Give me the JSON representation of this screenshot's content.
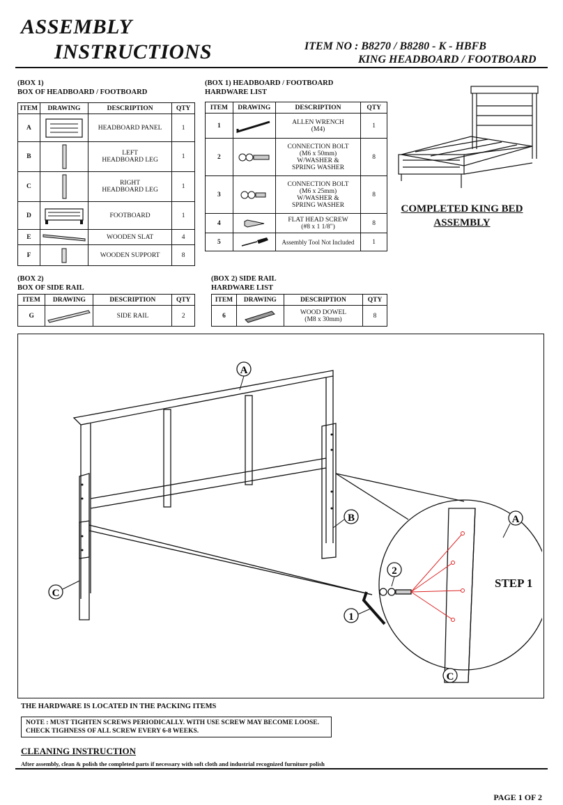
{
  "header": {
    "title_line1": "ASSEMBLY",
    "title_line2": "INSTRUCTIONS",
    "item_no": "ITEM NO : B8270 / B8280 - K - HBFB",
    "item_name": "KING HEADBOARD / FOOTBOARD"
  },
  "box1": {
    "label": "(BOX 1)",
    "title": "BOX OF HEADBOARD / FOOTBOARD",
    "columns": [
      "ITEM",
      "DRAWING",
      "DESCRIPTION",
      "QTY"
    ],
    "rows": [
      {
        "item": "A",
        "desc": "HEADBOARD PANEL",
        "desc2": "",
        "qty": "1",
        "drawing": "panel-icon"
      },
      {
        "item": "B",
        "desc": "LEFT",
        "desc2": "HEADBOARD LEG",
        "qty": "1",
        "drawing": "leg-icon"
      },
      {
        "item": "C",
        "desc": "RIGHT",
        "desc2": "HEADBOARD LEG",
        "qty": "1",
        "drawing": "leg-icon"
      },
      {
        "item": "D",
        "desc": "FOOTBOARD",
        "desc2": "",
        "qty": "1",
        "drawing": "footboard-icon"
      },
      {
        "item": "E",
        "desc": "WOODEN SLAT",
        "desc2": "",
        "qty": "4",
        "drawing": "slat-icon"
      },
      {
        "item": "F",
        "desc": "WOODEN SUPPORT",
        "desc2": "",
        "qty": "8",
        "drawing": "support-icon"
      }
    ]
  },
  "box1_hw": {
    "label": "(BOX 1) HEADBOARD / FOOTBOARD",
    "title": "HARDWARE LIST",
    "columns": [
      "ITEM",
      "DRAWING",
      "DESCRIPTION",
      "QTY"
    ],
    "rows": [
      {
        "item": "1",
        "lines": [
          "ALLEN WRENCH",
          "(M4)"
        ],
        "qty": "1"
      },
      {
        "item": "2",
        "lines": [
          "CONNECTION BOLT",
          "(M6 x 50mm)",
          "W/WASHER &",
          "SPRING WASHER"
        ],
        "qty": "8"
      },
      {
        "item": "3",
        "lines": [
          "CONNECTION BOLT",
          "(M6 x 25mm)",
          "W/WASHER &",
          "SPRING WASHER"
        ],
        "qty": "8"
      },
      {
        "item": "4",
        "lines": [
          "FLAT HEAD SCREW",
          "(#8 x 1 1/8\")"
        ],
        "qty": "8"
      },
      {
        "item": "5",
        "lines": [
          "Assembly Tool Not Included"
        ],
        "qty": "1"
      }
    ]
  },
  "box2": {
    "label": "(BOX 2)",
    "title": "BOX OF SIDE RAIL",
    "columns": [
      "ITEM",
      "DRAWING",
      "DESCRIPTION",
      "QTY"
    ],
    "rows": [
      {
        "item": "G",
        "desc": "SIDE RAIL",
        "qty": "2"
      }
    ]
  },
  "box2_hw": {
    "label": "(BOX 2) SIDE RAIL",
    "title": "HARDWARE LIST",
    "columns": [
      "ITEM",
      "DRAWING",
      "DESCRIPTION",
      "QTY"
    ],
    "rows": [
      {
        "item": "6",
        "lines": [
          "WOOD DOWEL",
          "(M8 x 30mm)"
        ],
        "qty": "8"
      }
    ]
  },
  "completed": {
    "line1": "COMPLETED KING BED",
    "line2": "ASSEMBLY"
  },
  "step": {
    "label": "STEP 1",
    "callouts": {
      "a": "A",
      "b": "B",
      "c": "C",
      "n1": "1",
      "n2": "2"
    }
  },
  "notes": {
    "hardware_located": "THE HARDWARE IS LOCATED IN THE PACKING ITEMS",
    "note_line1": "NOTE : MUST TIGHTEN SCREWS PERIODICALLY. WITH USE SCREW MAY BECOME LOOSE.",
    "note_line2": "CHECK TIGHNESS OF ALL SCREW EVERY 6-8 WEEKS.",
    "cleaning_title": "CLEANING INSTRUCTION",
    "cleaning_text": "After assembly, clean & polish the completed parts if necessary with soft cloth and industrial recognized furniture polish"
  },
  "footer": {
    "page": "PAGE 1 OF 2"
  }
}
